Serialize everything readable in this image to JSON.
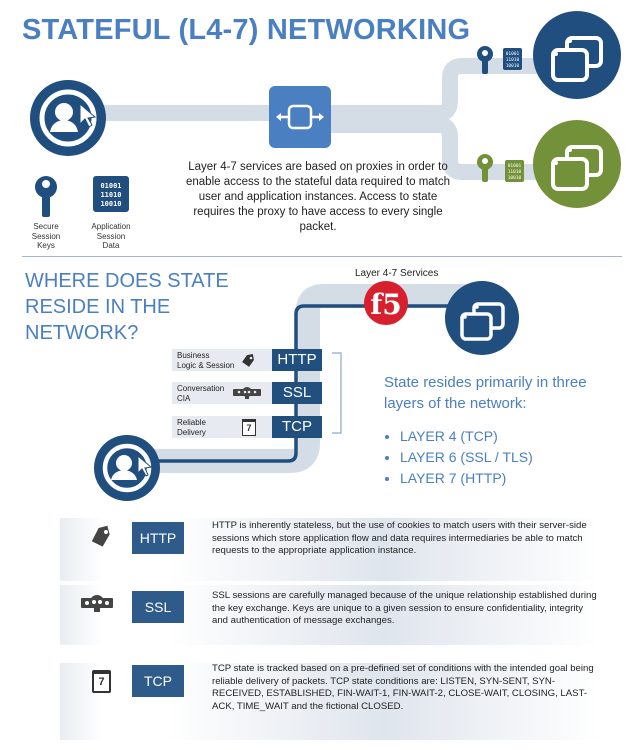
{
  "title": "STATEFUL (L4-7) NETWORKING",
  "top_diagram": {
    "intro_text": "Layer 4-7 services are based on proxies in order to enable access to the stateful data required to match user and application instances. Access to state requires the proxy to have access to every single packet.",
    "legend": [
      {
        "icon": "key-icon",
        "label_lines": [
          "Secure",
          "Session",
          "Keys"
        ]
      },
      {
        "icon": "binary-data-icon",
        "label_lines": [
          "Application",
          "Session",
          "Data"
        ]
      }
    ],
    "binary_rows": [
      "01001",
      "11010",
      "10010"
    ],
    "colors": {
      "primary": "#1f4e7f",
      "accent": "#4a7fc1",
      "green": "#739138",
      "path": "#d4dce6"
    }
  },
  "section2": {
    "heading": "WHERE DOES STATE RESIDE IN THE NETWORK?",
    "services_label": "Layer 4-7 Services",
    "f5_logo": "f5",
    "stack": [
      {
        "label_lines": [
          "Business",
          "Logic & Session"
        ],
        "icon": "tag-icon",
        "protocol": "HTTP"
      },
      {
        "label_lines": [
          "Conversation",
          "CIA"
        ],
        "icon": "skull-icon",
        "protocol": "SSL"
      },
      {
        "label_lines": [
          "Reliable",
          "Delivery"
        ],
        "icon": "calendar-icon",
        "protocol": "TCP",
        "icon_text": "7"
      }
    ],
    "state_intro": "State resides primarily in three layers of the network:",
    "layers": [
      "LAYER 4 (TCP)",
      "LAYER 6 (SSL / TLS)",
      "LAYER 7 (HTTP)"
    ]
  },
  "details": [
    {
      "protocol": "HTTP",
      "icon": "tag-icon",
      "text": "HTTP is inherently stateless, but the use of cookies to match users with their server-side sessions which store application flow and data requires intermediaries be able to match requests to the appropriate application instance."
    },
    {
      "protocol": "SSL",
      "icon": "skull-icon",
      "text": "SSL sessions are carefully managed because of the unique relationship established during the key exchange. Keys are unique to a given session to ensure confidentiality, integrity and authentication of message exchanges."
    },
    {
      "protocol": "TCP",
      "icon": "calendar-icon",
      "icon_text": "7",
      "text": "TCP state is tracked based on a pre-defined set of conditions with the intended goal being reliable delivery of packets. TCP state conditions are: LISTEN, SYN-SENT, SYN-RECEIVED, ESTABLISHED, FIN-WAIT-1, FIN-WAIT-2, CLOSE-WAIT, CLOSING, LAST-ACK, TIME_WAIT and the fictional CLOSED."
    }
  ]
}
